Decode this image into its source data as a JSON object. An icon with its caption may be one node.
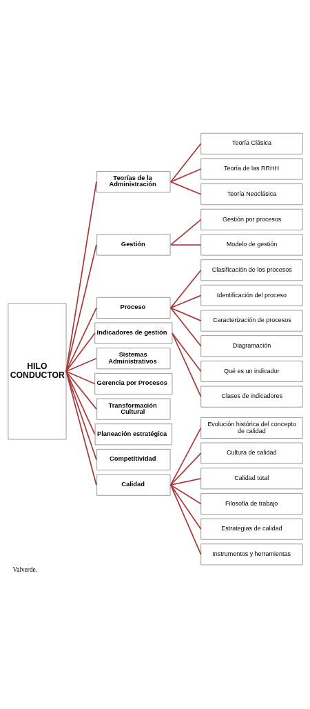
{
  "diagram": {
    "caption": "Valverde.",
    "nodes": [
      {
        "text": [
          "HILO CONDUCTOR"
        ]
      },
      {
        "text": [
          "Teorías de la Administración"
        ]
      },
      {
        "text": [
          "Teoría Clásica"
        ]
      },
      {
        "text": [
          "Teoría de las RRHH"
        ]
      },
      {
        "text": [
          "Teoría Neoclásica"
        ]
      },
      {
        "text": [
          "Gestión"
        ]
      },
      {
        "text": [
          "Gestión por procesos"
        ]
      },
      {
        "text": [
          "Modelo de gestión"
        ]
      },
      {
        "text": [
          "Proceso"
        ]
      },
      {
        "text": [
          "Clasificación de los procesos"
        ]
      },
      {
        "text": [
          "Identificación del proceso"
        ]
      },
      {
        "text": [
          "Caracterización de procesos"
        ]
      },
      {
        "text": [
          "Diagramación"
        ]
      },
      {
        "text": [
          "Indicadores de gestión"
        ]
      },
      {
        "text": [
          "Qué es un indicador"
        ]
      },
      {
        "text": [
          "Clases de indicadores"
        ]
      },
      {
        "text": [
          "Sistemas Administrativos"
        ]
      },
      {
        "text": [
          "Gerencia por Procesos"
        ]
      },
      {
        "text": [
          "Transformación Cultural"
        ]
      },
      {
        "text": [
          "Planeación estratégica"
        ]
      },
      {
        "text": [
          "Competitividad"
        ]
      },
      {
        "text": [
          "Calidad"
        ]
      },
      {
        "text": [
          "Evolución histórica del concepto de calidad"
        ]
      },
      {
        "text": [
          "Cultura de calidad"
        ]
      },
      {
        "text": [
          "Calidad total"
        ]
      },
      {
        "text": [
          "Filosofía de trabajo"
        ]
      },
      {
        "text": [
          "Estrategias de calidad"
        ]
      },
      {
        "text": [
          "Instrumentos y herramientas"
        ]
      }
    ],
    "edges": [
      {
        "from": 0,
        "to": 1,
        "arrow": "none"
      },
      {
        "from": 1,
        "to": 2,
        "arrow": "none"
      },
      {
        "from": 1,
        "to": 3,
        "arrow": "none"
      },
      {
        "from": 1,
        "to": 4,
        "arrow": "none"
      },
      {
        "from": 0,
        "to": 5,
        "arrow": "none"
      },
      {
        "from": 5,
        "to": 6,
        "arrow": "none"
      },
      {
        "from": 5,
        "to": 7,
        "arrow": "none"
      },
      {
        "from": 0,
        "to": 8,
        "arrow": "none"
      },
      {
        "from": 8,
        "to": 9,
        "arrow": "none"
      },
      {
        "from": 8,
        "to": 10,
        "arrow": "none"
      },
      {
        "from": 8,
        "to": 11,
        "arrow": "none"
      },
      {
        "from": 8,
        "to": 12,
        "arrow": "none"
      },
      {
        "from": 0,
        "to": 13,
        "arrow": "none"
      },
      {
        "from": 13,
        "to": 14,
        "arrow": "none"
      },
      {
        "from": 13,
        "to": 15,
        "arrow": "none"
      },
      {
        "from": 0,
        "to": 16,
        "arrow": "none"
      },
      {
        "from": 0,
        "to": 17,
        "arrow": "none"
      },
      {
        "from": 0,
        "to": 18,
        "arrow": "none"
      },
      {
        "from": 0,
        "to": 19,
        "arrow": "none"
      },
      {
        "from": 0,
        "to": 20,
        "arrow": "none"
      },
      {
        "from": 0,
        "to": 21,
        "arrow": "none"
      },
      {
        "from": 21,
        "to": 22,
        "arrow": "none"
      },
      {
        "from": 21,
        "to": 23,
        "arrow": "none"
      },
      {
        "from": 21,
        "to": 24,
        "arrow": "none"
      },
      {
        "from": 21,
        "to": 25,
        "arrow": "none"
      },
      {
        "from": 21,
        "to": 26,
        "arrow": "none"
      },
      {
        "from": 21,
        "to": 27,
        "arrow": "none"
      }
    ]
  }
}
